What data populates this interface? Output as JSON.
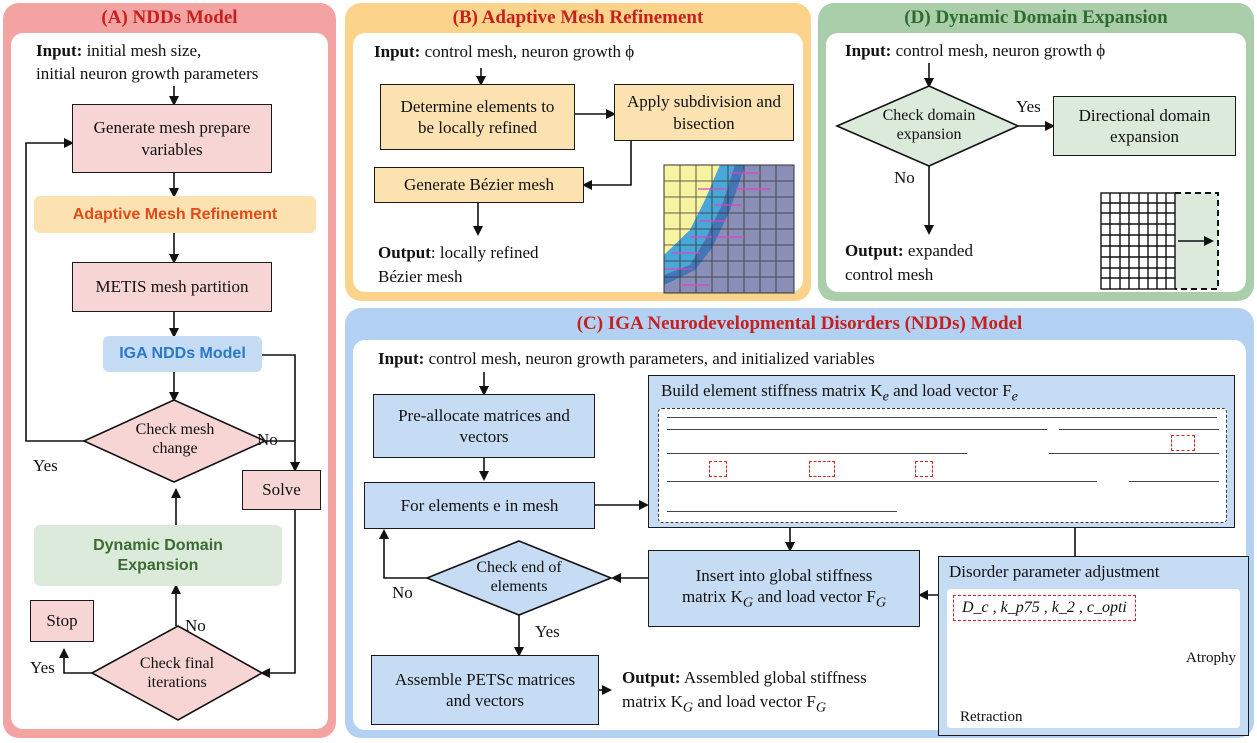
{
  "panel_a": {
    "title": "(A) NDDs Model",
    "input_bold": "Input:",
    "input_line1": " initial mesh size,",
    "input_line2": "initial neuron growth parameters",
    "generate": "Generate mesh prepare variables",
    "amr": "Adaptive Mesh Refinement",
    "metis": "METIS mesh partition",
    "iga": "IGA NDDs Model",
    "check_mesh": "Check mesh change",
    "yes": "Yes",
    "no": "No",
    "solve": "Solve",
    "dde": "Dynamic Domain Expansion",
    "stop": "Stop",
    "check_final": "Check final iterations",
    "yes2": "Yes",
    "no2": "No"
  },
  "panel_b": {
    "title": "(B) Adaptive Mesh Refinement",
    "input_bold": "Input:",
    "input_text": " control mesh, neuron growth ϕ",
    "determine": "Determine elements to be locally refined",
    "apply": "Apply subdivision and bisection",
    "bezier": "Generate Bézier mesh",
    "output_bold": "Output",
    "output_text": ": locally refined",
    "output_line2": "Bézier mesh"
  },
  "panel_d": {
    "title": "(D) Dynamic Domain Expansion",
    "input_bold": "Input:",
    "input_text": " control mesh, neuron growth ϕ",
    "check": "Check domain expansion",
    "yes": "Yes",
    "no": "No",
    "directional": "Directional domain expansion",
    "output_bold": "Output:",
    "output_text": " expanded",
    "output_line2": "control mesh"
  },
  "panel_c": {
    "title": "(C) IGA Neurodevelopmental Disorders (NDDs) Model",
    "input_bold": "Input:",
    "input_text": " control mesh, neuron growth parameters, and initialized variables",
    "preallocate": "Pre-allocate matrices and vectors",
    "for_elements": "For elements e in mesh",
    "build": "Build element stiffness matrix K",
    "build_sub_e": "e",
    "build_mid": " and load vector F",
    "build_sub_e2": "e",
    "check_end": "Check end of elements",
    "no": "No",
    "yes": "Yes",
    "insert_line1": "Insert into global stiffness",
    "insert_line2": "matrix K",
    "insert_sub": "G",
    "insert_mid": " and load vector F",
    "insert_sub2": "G",
    "assemble": "Assemble PETSc matrices and vectors",
    "output_bold": "Output:",
    "output_line1": " Assembled global stiffness",
    "output_line2": "matrix K",
    "output_sub": "G",
    "output_mid": " and load vector F",
    "output_sub2": "G",
    "disorder_title": "Disorder parameter adjustment",
    "params": "D_c , k_p75 , k_2 , c_opti",
    "atrophy": "Atrophy",
    "retraction": "Retraction"
  }
}
